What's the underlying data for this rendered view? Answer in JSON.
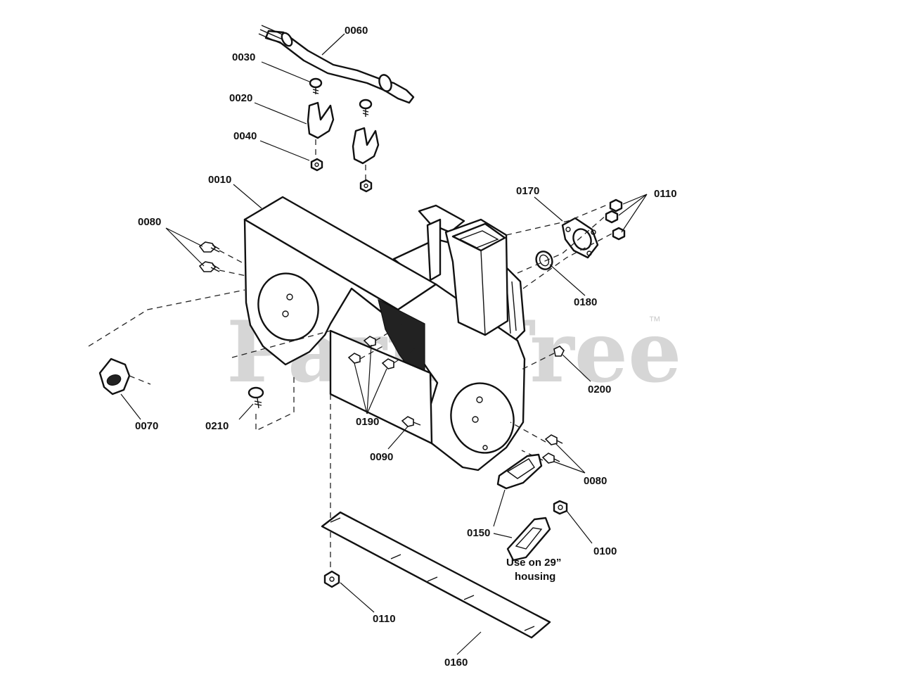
{
  "watermark": {
    "text": "PartsTree",
    "trademark": "™"
  },
  "callouts": [
    {
      "id": "0060",
      "label": "0060"
    },
    {
      "id": "0030",
      "label": "0030"
    },
    {
      "id": "0020",
      "label": "0020"
    },
    {
      "id": "0040",
      "label": "0040"
    },
    {
      "id": "0010",
      "label": "0010"
    },
    {
      "id": "0170",
      "label": "0170"
    },
    {
      "id": "0110-top",
      "label": "0110"
    },
    {
      "id": "0080-left",
      "label": "0080"
    },
    {
      "id": "0180",
      "label": "0180"
    },
    {
      "id": "0200",
      "label": "0200"
    },
    {
      "id": "0070",
      "label": "0070"
    },
    {
      "id": "0210",
      "label": "0210"
    },
    {
      "id": "0190",
      "label": "0190"
    },
    {
      "id": "0090",
      "label": "0090"
    },
    {
      "id": "0080-right",
      "label": "0080"
    },
    {
      "id": "0150",
      "label": "0150"
    },
    {
      "id": "0100",
      "label": "0100"
    },
    {
      "id": "0110-bottom",
      "label": "0110"
    },
    {
      "id": "0160",
      "label": "0160"
    }
  ],
  "note": {
    "line1": "Use on 29”",
    "line2": "housing"
  }
}
